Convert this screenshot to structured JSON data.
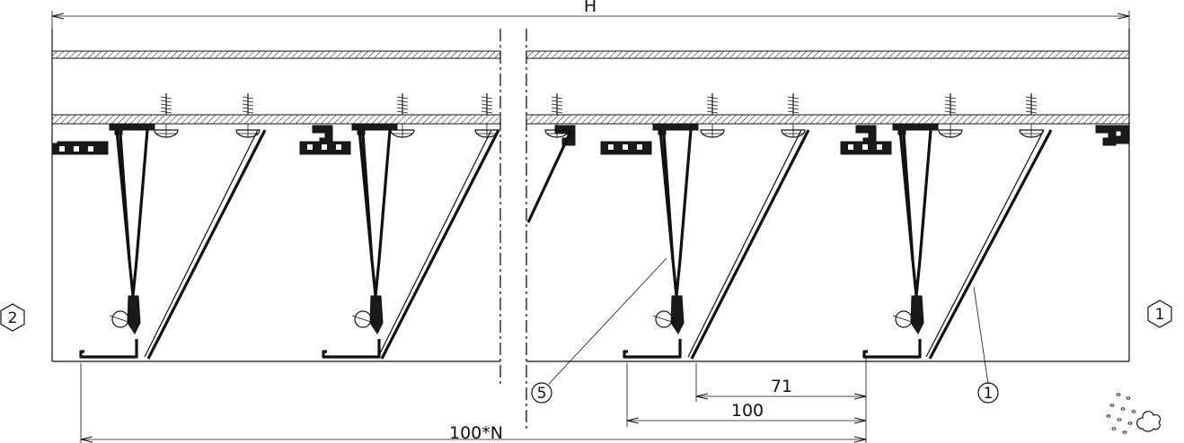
{
  "dimensions": {
    "overall_width": "H",
    "module_total": "100*N",
    "pitch": "100",
    "panel_opening": "71"
  },
  "callouts": {
    "left_hex": "2",
    "right_hex": "1",
    "diagonal_panel": "1",
    "carrier_profile": "5"
  }
}
